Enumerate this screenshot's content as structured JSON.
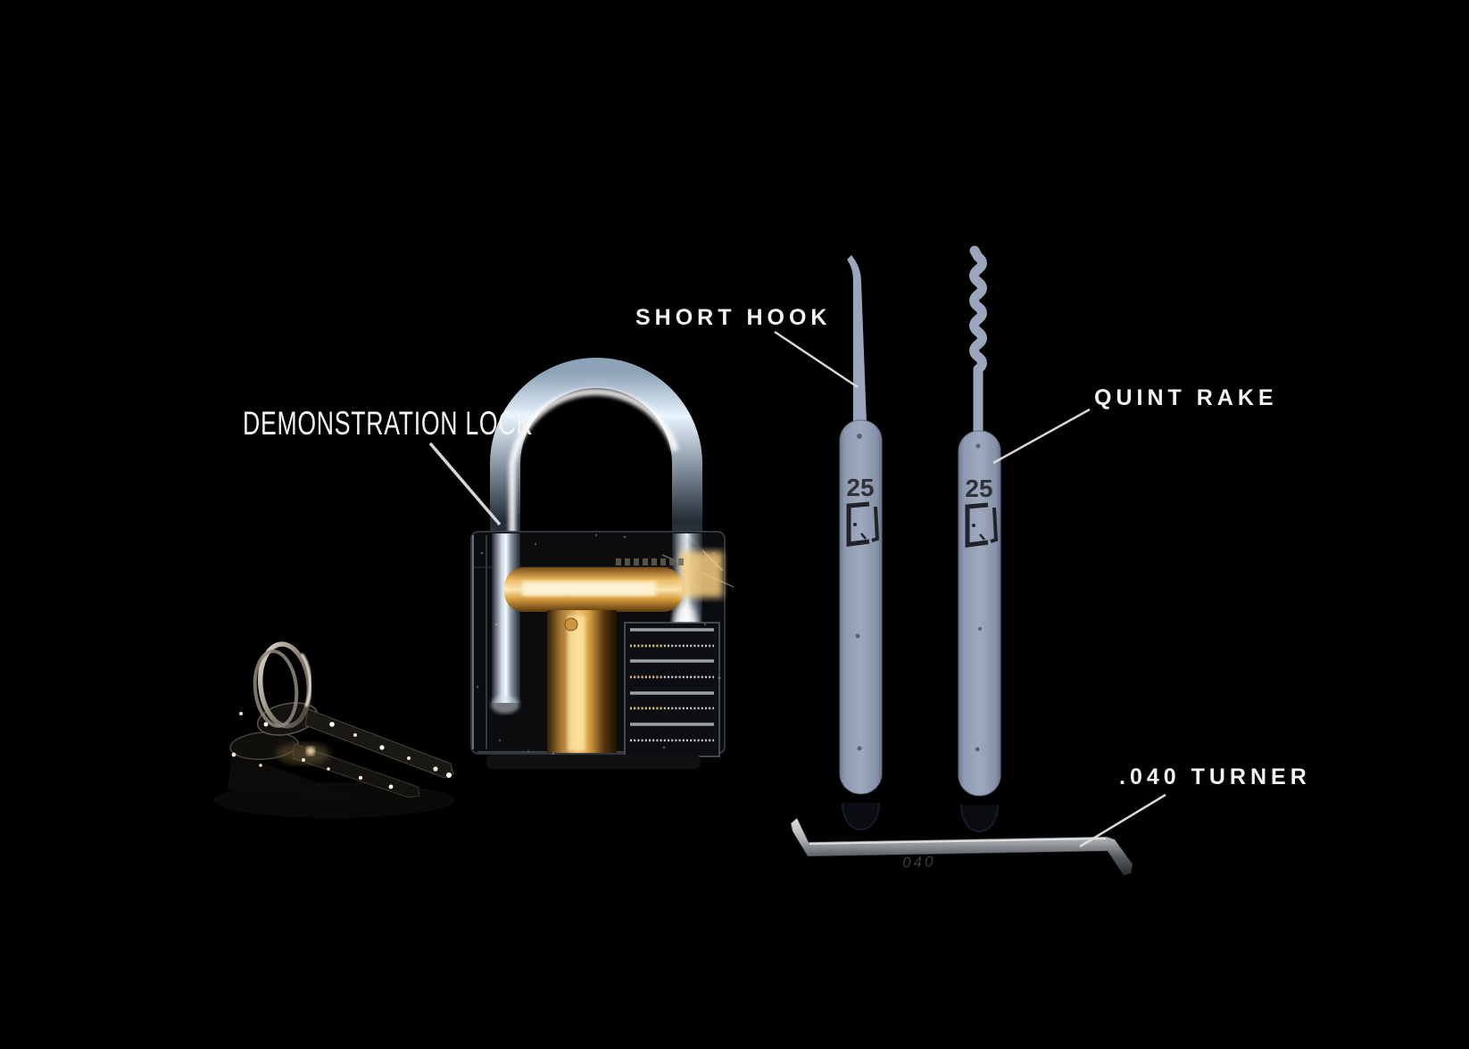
{
  "annotations": {
    "demonstration_lock": {
      "label": "DEMONSTRATION LOCK"
    },
    "short_hook": {
      "label": "SHORT HOOK"
    },
    "quint_rake": {
      "label": "QUINT RAKE"
    },
    "turner": {
      "label": ".040 TURNER"
    }
  },
  "markings": {
    "short_hook_handle": "25",
    "quint_rake_handle": "25",
    "turner_engraving": "040"
  },
  "colors": {
    "background": "#000000",
    "label_text": "#f4f4f2",
    "leader_line": "#e2e2e0",
    "pick_handle": "#9fa9be",
    "brass_glow": "#f2bd62",
    "chrome_highlight": "#e9f4fe"
  }
}
